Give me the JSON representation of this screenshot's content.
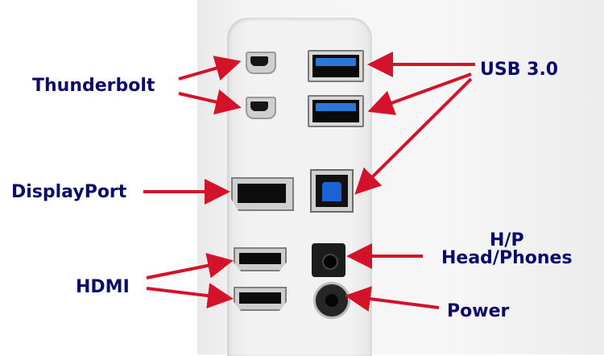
{
  "labels": {
    "thunderbolt": "Thunderbolt",
    "usb3": "USB 3.0",
    "displayport": "DisplayPort",
    "hp": "H/P",
    "headphones": "Head/Phones",
    "hdmi": "HDMI",
    "power": "Power"
  },
  "colors": {
    "label_text": "#0b0b6e",
    "arrow": "#d4132a",
    "usb_blue": "#2b77d8"
  }
}
